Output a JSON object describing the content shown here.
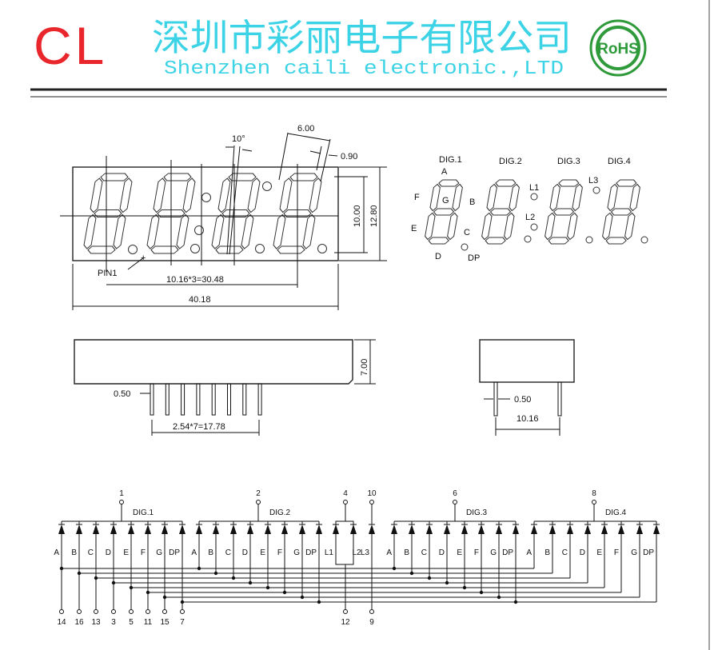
{
  "header": {
    "logo_text": "CL",
    "company_cn": "深圳市彩丽电子有限公司",
    "company_en": "Shenzhen caili electronic.,LTD",
    "rohs_badge": "RoHS",
    "colors": {
      "logo": "#e8262b",
      "company": "#3cd3e6",
      "rohs": "#2e9a3a"
    }
  },
  "front_view": {
    "angle": "10°",
    "seg_width": "6.00",
    "seg_thickness": "0.90",
    "digit_height": "10.00",
    "body_height": "12.80",
    "pin1": "PIN1",
    "digit_pitch": "10.16*3=30.48",
    "body_width": "40.18"
  },
  "side_view": {
    "pin_width": "0.50",
    "pin_pitch": "2.54*7=17.78",
    "body_depth": "7.00",
    "end_pin_width": "0.50",
    "row_spacing": "10.16"
  },
  "pinout": {
    "digits": [
      "DIG.1",
      "DIG.2",
      "DIG.3",
      "DIG.4"
    ],
    "segments": {
      "A": "A",
      "B": "B",
      "C": "C",
      "D": "D",
      "E": "E",
      "F": "F",
      "G": "G",
      "DP": "DP"
    },
    "colons": {
      "L1": "L1",
      "L2": "L2",
      "L3": "L3"
    }
  },
  "schematic": {
    "digit_labels": [
      "DIG.1",
      "DIG.2",
      "DIG.3",
      "DIG.4"
    ],
    "digit_pins": [
      "1",
      "2",
      "6",
      "8"
    ],
    "segment_letters": [
      "A",
      "B",
      "C",
      "D",
      "E",
      "F",
      "G",
      "DP"
    ],
    "colon_labels": [
      "L1",
      "L2",
      "L3"
    ],
    "colon_common_pin": "4",
    "l3_anode_pin": "10",
    "l12_cathode_pin": "12",
    "l3_cathode_pin": "9",
    "segment_pins": [
      "14",
      "16",
      "13",
      "3",
      "5",
      "11",
      "15",
      "7"
    ]
  }
}
